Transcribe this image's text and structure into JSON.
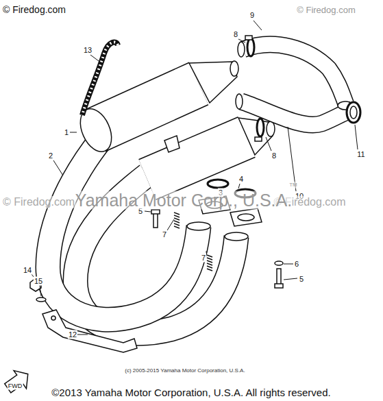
{
  "diagram": {
    "caption": "©2013 Yamaha Motor Corporation, U.S.A. All rights reserved.",
    "labels": [
      "© Firedog.com",
      "© Firedog.com",
      "13",
      "9",
      "8",
      "1",
      "2",
      "10",
      "11",
      "8",
      "4",
      "3",
      "5",
      "7",
      "7",
      "6",
      "5",
      "14",
      "15",
      "12",
      "FWD",
      "© Firedog.com",
      "© Firedog.com",
      "Yamaha Motor Corp., U.S.A.",
      "TM",
      "(c) 2005-2015 Yamaha Motor Corporation, U.S.A."
    ]
  }
}
